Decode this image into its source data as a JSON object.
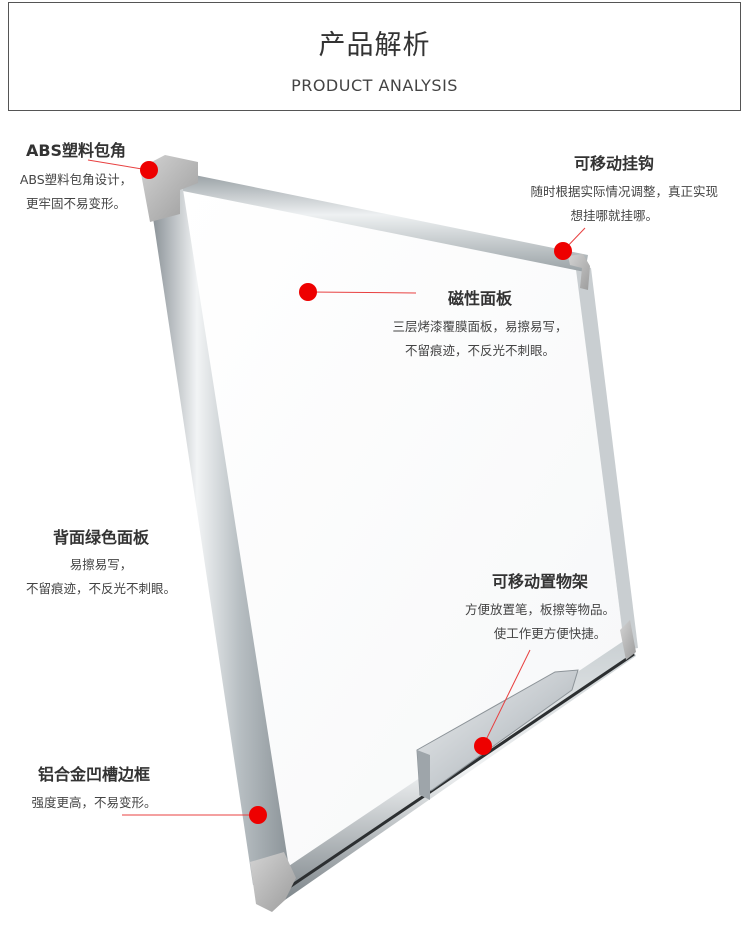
{
  "header": {
    "title": "产品解析",
    "subtitle": "PRODUCT ANALYSIS"
  },
  "colors": {
    "marker": "#ee0000",
    "frame_dark": "#8f969b",
    "frame_light": "#e8ecee",
    "corner": "#b9b9b9",
    "border": "#555555"
  },
  "annotations": {
    "abs_corner": {
      "title": "ABS塑料包角",
      "desc": [
        "ABS塑料包角设计，",
        "更牢固不易变形。"
      ]
    },
    "hook": {
      "title": "可移动挂钩",
      "desc": [
        "随时根据实际情况调整，真正实现",
        "想挂哪就挂哪。"
      ]
    },
    "magnetic": {
      "title": "磁性面板",
      "desc": [
        "三层烤漆覆膜面板，易擦易写，",
        "不留痕迹，不反光不刺眼。"
      ]
    },
    "back_panel": {
      "title": "背面绿色面板",
      "desc": [
        "易擦易写，",
        "不留痕迹，不反光不刺眼。"
      ]
    },
    "tray": {
      "title": "可移动置物架",
      "desc": [
        "方便放置笔，板擦等物品。",
        "使工作更方便快捷。"
      ]
    },
    "aluminum": {
      "title": "铝合金凹槽边框",
      "desc": [
        "强度更高，不易变形。"
      ]
    }
  }
}
